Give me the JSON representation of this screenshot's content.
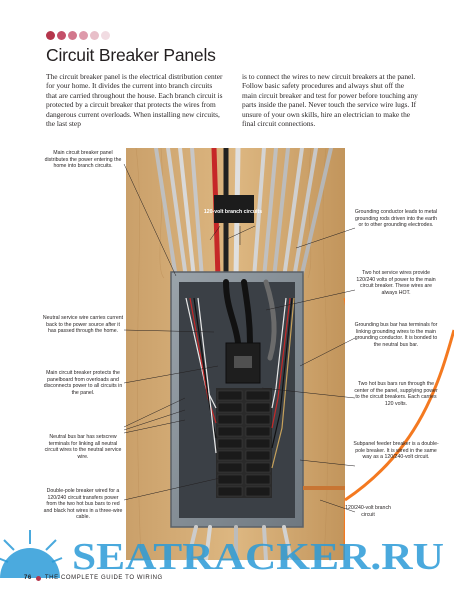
{
  "header": {
    "dot_colors": [
      "#b5364c",
      "#c4506a",
      "#d2778c",
      "#de9aab",
      "#e8bfc9",
      "#f1dce2"
    ],
    "title": "Circuit Breaker Panels"
  },
  "intro": {
    "col1": "The circuit breaker panel is the electrical distribution center for your home. It divides the current into branch circuits that are carried throughout the house. Each branch circuit is protected by a circuit breaker that protects the wires from dangerous current overloads. When installing new circuits, the last step",
    "col2": "is to connect the wires to new circuit breakers at the panel. Follow basic safety procedures and always shut off the main circuit breaker and test for power before touching any parts inside the panel. Never touch the service wire lugs. If unsure of your own skills, hire an electrician to make the final circuit connections."
  },
  "photo": {
    "label_120v": "120-volt branch circuits"
  },
  "callouts_left": [
    "Main circuit breaker panel distributes the power entering the home into branch circuits.",
    "Neutral service wire carries current back to the power source after it has passed through the home.",
    "Main circuit breaker protects the panelboard from overloads and disconnects power to all circuits in the panel.",
    "Neutral bus bar has setscrew terminals for linking all neutral circuit wires to the neutral service wire.",
    "Double-pole breaker wired for a 120/240 circuit transfers power from the two hot bus bars to red and black hot wires in a three-wire cable."
  ],
  "callouts_right": [
    "Grounding conductor leads to metal grounding rods driven into the earth or to other grounding electrodes.",
    "Two hot service wires provide 120/240 volts of power to the main circuit breaker. These wires are always HOT.",
    "Grounding bus bar has terminals for linking grounding wires to the main grounding conductor. It is bonded to the neutral bus bar.",
    "Two hot bus bars run through the center of the panel, supplying power to the circuit breakers. Each carries 120 volts.",
    "Subpanel feeder breaker is a double-pole breaker. It is wired in the same way as a 120/240-volt circuit.",
    "120/240-volt branch circuit"
  ],
  "watermark": {
    "text": "SEATRACKER.RU"
  },
  "footer": {
    "page": "76",
    "book": "THE COMPLETE GUIDE TO WIRING"
  }
}
